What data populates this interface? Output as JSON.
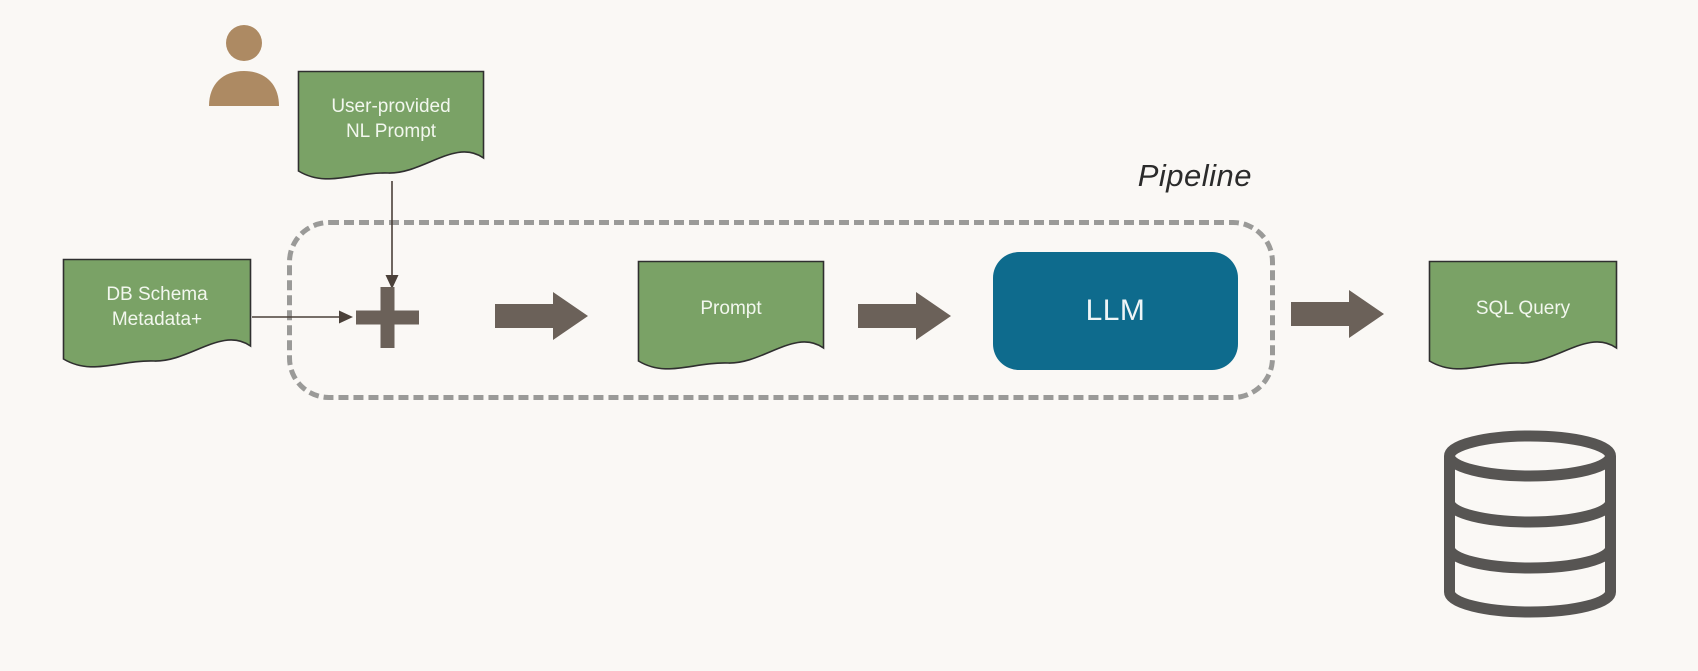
{
  "diagram": {
    "pipeline_label": "Pipeline",
    "nodes": {
      "nl_prompt": {
        "lines": [
          "User-provided",
          "NL Prompt"
        ]
      },
      "db_schema": {
        "lines": [
          "DB Schema",
          "Metadata+"
        ]
      },
      "prompt": {
        "label": "Prompt"
      },
      "llm": {
        "label": "LLM"
      },
      "sql_query": {
        "label": "SQL Query"
      }
    },
    "icons": {
      "person": "person-icon",
      "database": "database-icon",
      "plus_merge": "plus-merge-icon",
      "flow_arrow": "flow-arrow-icon"
    },
    "colors": {
      "background": "#faf8f5",
      "document_fill": "#7aa266",
      "document_border": "#2f2f2f",
      "llm_fill": "#0e6b8d",
      "block_arrow": "#6b6159",
      "plus": "#6b6159",
      "connector": "#4a4039",
      "pipeline_border": "#9a9a98",
      "pipeline_label_color": "#2b2b2b",
      "person_icon": "#ad8a63",
      "database_icon": "#575553",
      "text_on_shapes": "#f2f7ee"
    }
  }
}
